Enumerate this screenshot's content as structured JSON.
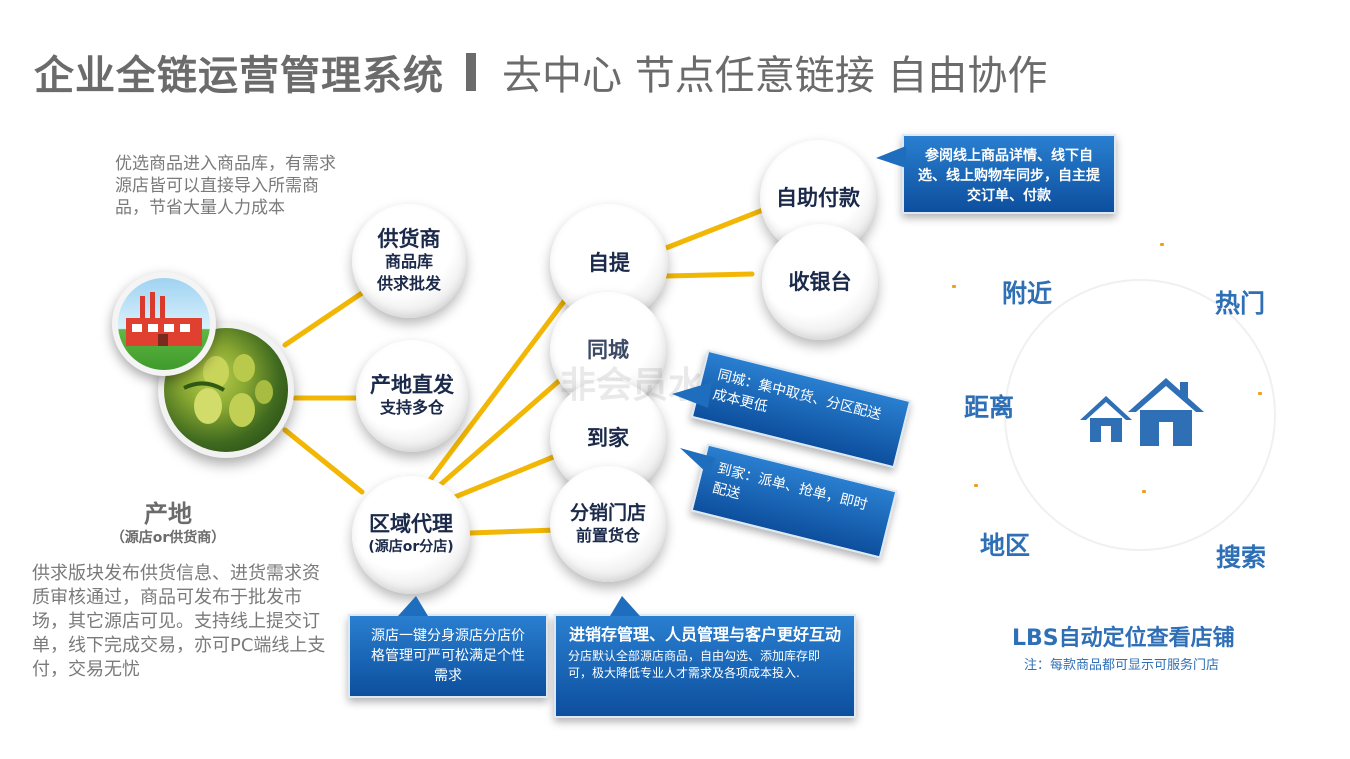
{
  "title": {
    "main": "企业全链运营管理系统",
    "sub": "去中心 节点任意链接 自由协作"
  },
  "top_left_desc": "优选商品进入商品库，有需求源店皆可以直接导入所需商品，节省大量人力成本",
  "origin": {
    "title": "产地",
    "subtitle": "（源店or供货商）"
  },
  "bottom_left_desc": "供求版块发布供货信息、进货需求资质审核通过，商品可发布于批发市场，其它源店可见。支持线上提交订单，线下完成交易，亦可PC端线上支付，交易无忧",
  "nodes": {
    "supplier": {
      "l1": "供货商",
      "l2": "商品库",
      "l3": "供求批发"
    },
    "direct": {
      "l1": "产地直发",
      "l2": "支持多仓"
    },
    "regional": {
      "l1": "区域代理",
      "l2": "(源店or分店)"
    },
    "pickup": {
      "l1": "自提"
    },
    "city": {
      "l1": "同城"
    },
    "home": {
      "l1": "到家"
    },
    "distribution": {
      "l1": "分销门店",
      "l2": "前置货仓"
    },
    "self_pay": {
      "l1": "自助付款"
    },
    "cashier": {
      "l1": "收银台"
    }
  },
  "callouts": {
    "self_pay": "参阅线上商品详情、线下自选、线上购物车同步，自主提交订单、付款",
    "city": "同城：集中取货、分区配送成本更低",
    "home": "到家：派单、抢单，即时配送",
    "regional": "源店一键分身源店分店价格管理可严可松满足个性需求",
    "inventory_title": "进销存管理、人员管理与客户更好互动",
    "inventory_body": "分店默认全部源店商品，自由勾选、添加库存即可，极大降低专业人才需求及各项成本投入."
  },
  "lbs": {
    "nearby": "附近",
    "hot": "热门",
    "distance": "距离",
    "region": "地区",
    "search": "搜索",
    "title": "LBS自动定位查看店铺",
    "note": "注：每款商品都可显示可服务门店"
  },
  "watermark": "非会员水印",
  "colors": {
    "line": "#f2b705",
    "callout": "#0d4f9e",
    "lbs_text": "#2e6fb5",
    "title": "#6b6b6b"
  },
  "icons": [
    "factory-icon",
    "fruit-image",
    "house-icon"
  ]
}
